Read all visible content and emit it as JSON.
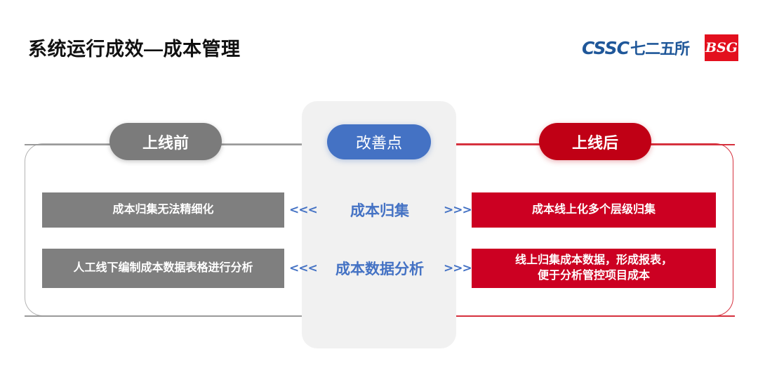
{
  "header": {
    "title": "系统运行成效—成本管理",
    "brand": {
      "cssc": "CSSC",
      "cssc_cn": "七二五所",
      "bsg": "BSG"
    }
  },
  "columns": {
    "before": {
      "pill_label": "上线前",
      "color": "#7b7b7b"
    },
    "middle": {
      "pill_label": "改善点",
      "color": "#4472c4"
    },
    "after": {
      "pill_label": "上线后",
      "color": "#c00015"
    }
  },
  "arrows": {
    "left": "<<<",
    "right": ">>>"
  },
  "rows": [
    {
      "before": "成本归集无法精细化",
      "topic": "成本归集",
      "after_line1": "成本线上化多个层级归集",
      "after_line2": ""
    },
    {
      "before": "人工线下编制成本数据表格进行分析",
      "topic": "成本数据分析",
      "after_line1": "线上归集成本数据，形成报表，",
      "after_line2": "便于分析管控项目成本"
    }
  ],
  "colors": {
    "gray_box": "#7f7f7f",
    "red_box": "#cc0022",
    "accent_blue": "#4472c4",
    "frame_gray": "#b4b4b4",
    "frame_red": "#d6313e",
    "center_panel": "#f1f1f1"
  }
}
